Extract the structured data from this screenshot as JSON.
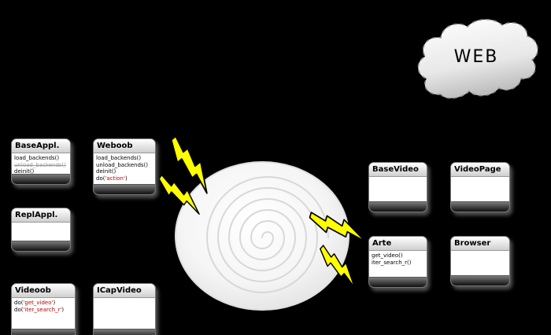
{
  "canvas": {
    "background": "#000000"
  },
  "cloud": {
    "label": "WEB"
  },
  "colors": {
    "bolt_fill": "#ffff00",
    "emphasis_red": "#c00000",
    "background": "#000000"
  },
  "classes": {
    "baseappl": {
      "title": "BaseAppl.",
      "methods": {
        "m1": "load_backends()",
        "m2": "unload_backends()",
        "m3": "deinit()"
      }
    },
    "weboob": {
      "title": "Weboob",
      "methods": {
        "m1": "load_backends()",
        "m2": "unload_backends()",
        "m3": "deinit()",
        "m4_pre": "do(",
        "m4_em": "'action'",
        "m4_post": ")"
      }
    },
    "replappl": {
      "title": "ReplAppl."
    },
    "videoob": {
      "title": "Videoob",
      "methods": {
        "m1_pre": "do(",
        "m1_em": "'get_video'",
        "m1_post": ")",
        "m2_pre": "do(",
        "m2_em": "'iter_search_r'",
        "m2_post": ")"
      }
    },
    "icapvideo": {
      "title": "ICapVideo"
    },
    "basevideo": {
      "title": "BaseVideo"
    },
    "videopage": {
      "title": "VideoPage"
    },
    "arte": {
      "title": "Arte",
      "methods": {
        "m1": "get_video()",
        "m2": "iter_search_r()"
      }
    },
    "browser": {
      "title": "Browser"
    }
  }
}
